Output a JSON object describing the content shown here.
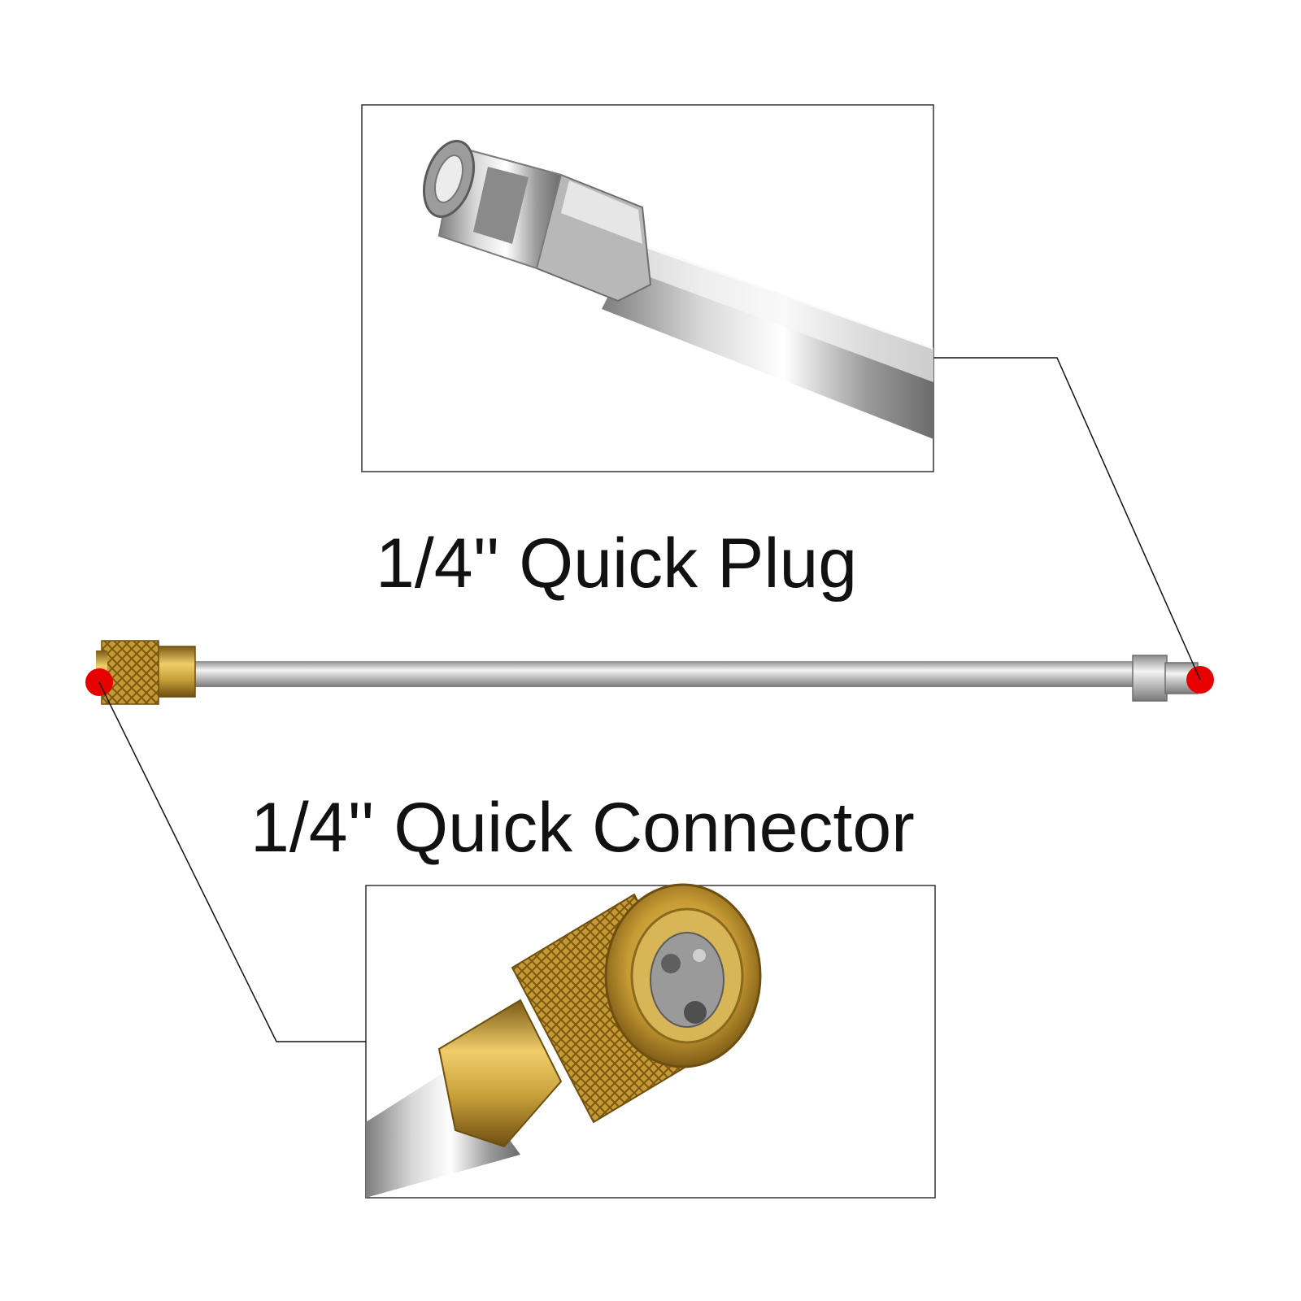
{
  "labels": {
    "plug": "1/4'' Quick Plug",
    "connector": "1/4'' Quick Connector"
  },
  "colors": {
    "background": "#ffffff",
    "steel": "#b8b8b8",
    "steel_highlight": "#f2f2f2",
    "brass": "#c9a13a",
    "brass_dark": "#8a6a1c",
    "marker": "#e60000",
    "callout_line": "#111111",
    "inset_border": "#333333"
  },
  "icons": {
    "plug_end": "quick-plug-fitting",
    "connector_end": "quick-connector-coupler",
    "marker": "red-dot-marker"
  }
}
